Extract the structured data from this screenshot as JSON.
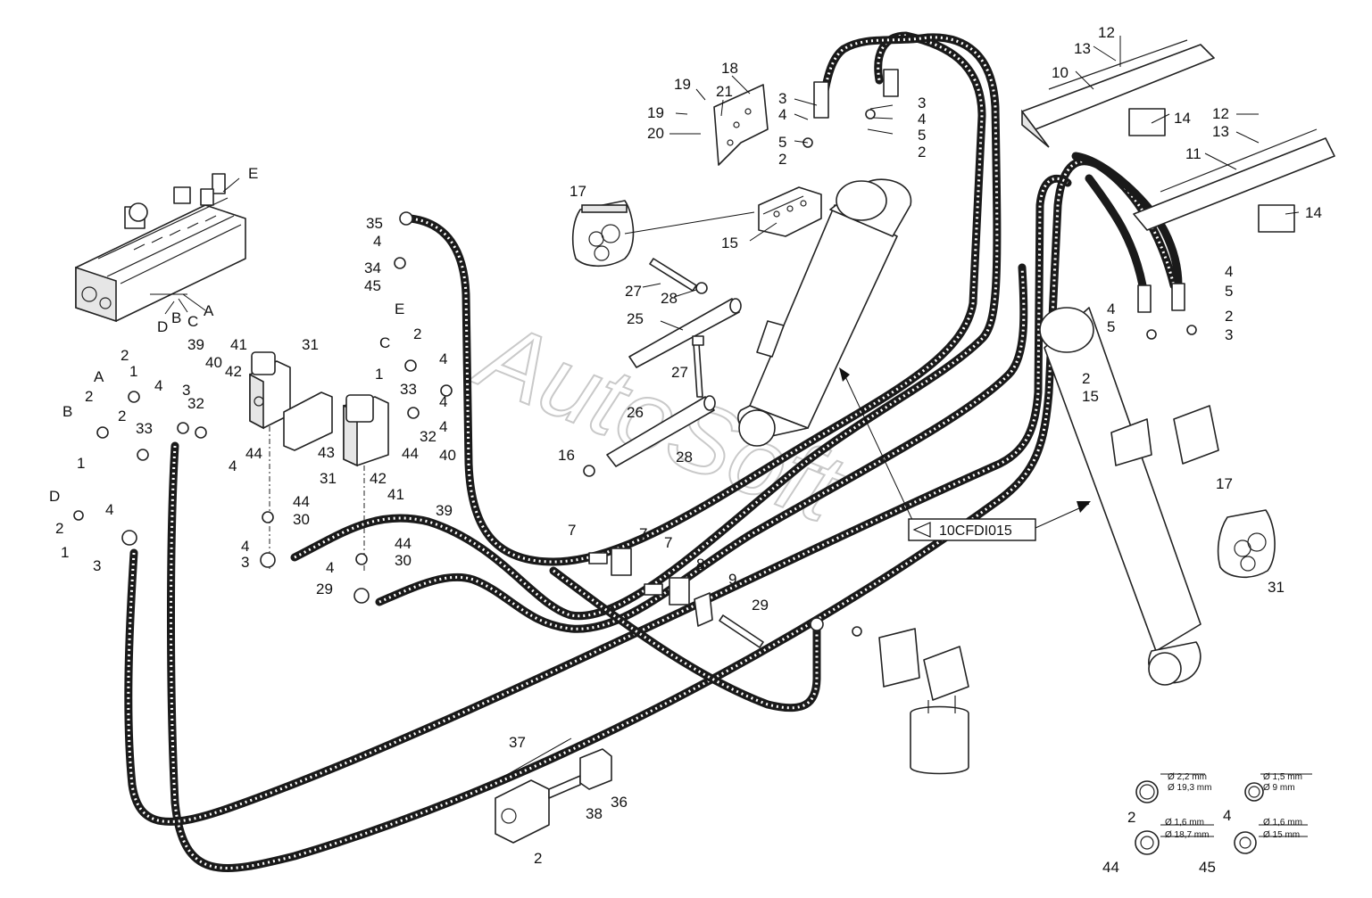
{
  "watermark": "AutoSoft",
  "reference_code": "10CFDI015",
  "callouts": {
    "c1": "12",
    "c2": "13",
    "c3": "10",
    "c4": "14",
    "c5": "12",
    "c6": "13",
    "c7": "11",
    "c8": "14",
    "c9": "18",
    "c10": "19",
    "c11": "21",
    "c12": "19",
    "c13": "20",
    "c14": "3",
    "c15": "4",
    "c16": "5",
    "c17": "2",
    "c18": "3",
    "c19": "4",
    "c20": "5",
    "c21": "2",
    "c22": "17",
    "c23": "15",
    "c24": "27",
    "c25": "28",
    "c26": "25",
    "c27": "27",
    "c28": "26",
    "c29": "16",
    "c30": "28",
    "c31": "E",
    "c32": "A",
    "c33": "B",
    "c34": "C",
    "c35": "D",
    "c36": "35",
    "c37": "4",
    "c38": "34",
    "c39": "45",
    "c40": "E",
    "c41": "39",
    "c42": "40",
    "c43": "41",
    "c44": "42",
    "c45": "31",
    "c46": "C",
    "c47": "2",
    "c48": "1",
    "c49": "4",
    "c50": "33",
    "c51": "4",
    "c52": "32",
    "c53": "4",
    "c54": "A",
    "c55": "2",
    "c56": "1",
    "c57": "B",
    "c58": "2",
    "c59": "1",
    "c60": "2",
    "c61": "4",
    "c62": "3",
    "c63": "33",
    "c64": "32",
    "c65": "4",
    "c66": "44",
    "c67": "43",
    "c68": "31",
    "c69": "44",
    "c70": "40",
    "c71": "42",
    "c72": "41",
    "c73": "39",
    "c74": "D",
    "c75": "4",
    "c76": "2",
    "c77": "1",
    "c78": "3",
    "c79": "44",
    "c80": "30",
    "c81": "4",
    "c82": "3",
    "c83": "44",
    "c84": "30",
    "c85": "4",
    "c86": "29",
    "c87": "7",
    "c88": "7",
    "c89": "7",
    "c90": "8",
    "c91": "9",
    "c92": "29",
    "c93": "4",
    "c94": "5",
    "c95": "2",
    "c96": "3",
    "c97": "4",
    "c98": "5",
    "c99": "2",
    "c100": "15",
    "c101": "17",
    "c102": "31",
    "c103": "37",
    "c104": "38",
    "c105": "36",
    "c106": "2",
    "c107": "4",
    "c108": "44",
    "c109": "45"
  },
  "seal_table": [
    {
      "part": "2",
      "thickness": "Ø 2,2 mm",
      "diameter": "Ø 19,3 mm"
    },
    {
      "part": "4",
      "thickness": "Ø 1,5 mm",
      "diameter": "Ø 9 mm"
    },
    {
      "part": "44",
      "thickness": "Ø 1,6 mm",
      "diameter": "Ø 18,7 mm"
    },
    {
      "part": "45",
      "thickness": "Ø 1,6 mm",
      "diameter": "Ø 15 mm"
    }
  ],
  "colors": {
    "line": "#1a1a1a",
    "background": "#ffffff",
    "watermark": "#c9c9c9"
  }
}
